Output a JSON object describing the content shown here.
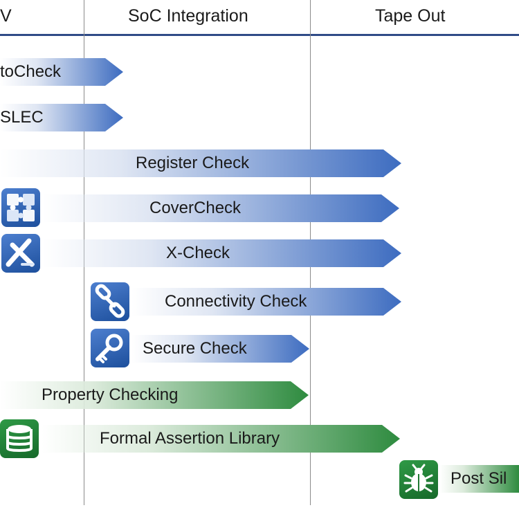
{
  "phases": [
    "V",
    "SoC Integration",
    "Tape Out"
  ],
  "tools": [
    {
      "label": "toCheck",
      "family": "blue"
    },
    {
      "label": "SLEC",
      "family": "blue"
    },
    {
      "label": "Register Check",
      "family": "blue"
    },
    {
      "label": "CoverCheck",
      "family": "blue",
      "icon": "puzzle-icon"
    },
    {
      "label": "X-Check",
      "family": "blue",
      "icon": "x-check-icon"
    },
    {
      "label": "Connectivity Check",
      "family": "blue",
      "icon": "chain-link-icon"
    },
    {
      "label": "Secure Check",
      "family": "blue",
      "icon": "key-icon"
    },
    {
      "label": "Property Checking",
      "family": "green"
    },
    {
      "label": "Formal Assertion Library",
      "family": "green",
      "icon": "database-icon"
    },
    {
      "label": "Post Sil",
      "family": "green",
      "icon": "bug-icon"
    }
  ],
  "colors": {
    "blue": "#3d6cc0",
    "green": "#2e8b3f",
    "header_rule": "#2f4b87"
  }
}
